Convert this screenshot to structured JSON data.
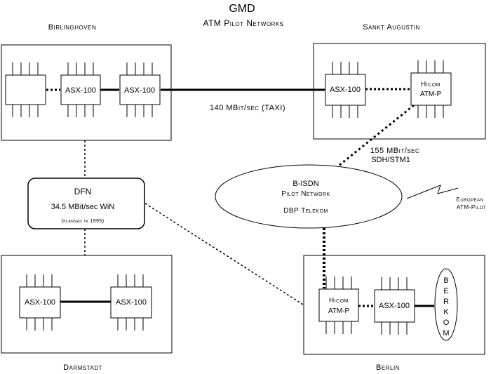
{
  "title": "GMD",
  "subtitle": "ATM Pilot Networks",
  "sites": {
    "birlinghoven": "Birlinghoven",
    "sankt_augustin": "Sankt Augustin",
    "darmstadt": "Darmstadt",
    "berlin": "Berlin"
  },
  "switches": {
    "asx": "ASX-100",
    "hicom_line1": "Hicom",
    "hicom_line2": "ATM-P"
  },
  "links": {
    "taxi": "140 MBit/sec (TAXI)",
    "sdh_line1": "155 MBit/sec",
    "sdh_line2": "SDH/STM1"
  },
  "dfn": {
    "name": "DFN",
    "speed": "34.5 MBit/sec WiN",
    "note": "(planned in 1995)"
  },
  "bisdn": {
    "line1": "B-ISDN",
    "line2": "Pilot Network",
    "line3": "DBP Telekom"
  },
  "european": {
    "line1": "European",
    "line2": "ATM-Pilot"
  },
  "berkom": [
    "B",
    "E",
    "R",
    "K",
    "O",
    "M"
  ]
}
